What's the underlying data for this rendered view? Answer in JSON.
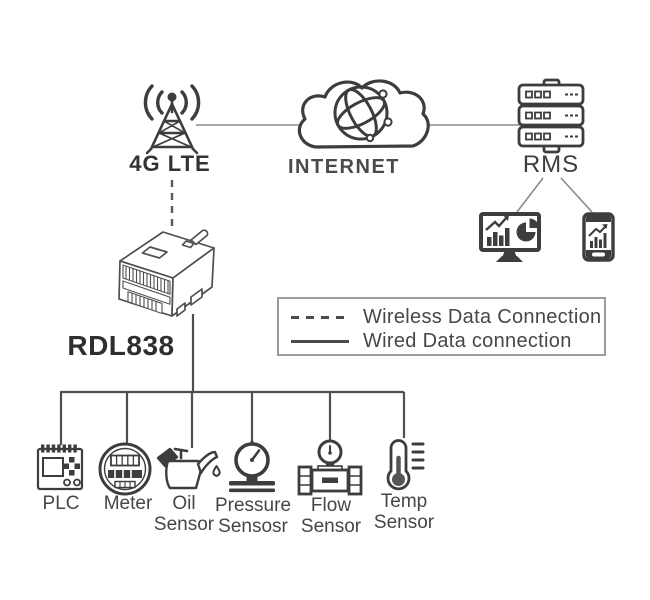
{
  "nodes": {
    "tower": {
      "label": "4G LTE",
      "icon": "antenna-tower-icon"
    },
    "internet": {
      "label": "INTERNET",
      "icon": "internet-cloud-icon"
    },
    "rms": {
      "label": "RMS",
      "icon": "server-stack-icon"
    },
    "monitor": {
      "icon": "monitor-dashboard-icon"
    },
    "phone": {
      "icon": "mobile-phone-icon"
    },
    "device": {
      "label": "RDL838",
      "icon": "din-rail-datalogger-icon"
    }
  },
  "legend": {
    "wireless": {
      "style": "dashed",
      "label": "Wireless Data Connection"
    },
    "wired": {
      "style": "solid",
      "label": "Wired Data connection"
    }
  },
  "sensors": [
    {
      "icon": "plc-icon",
      "line1": "PLC",
      "line2": ""
    },
    {
      "icon": "meter-icon",
      "line1": "Meter",
      "line2": ""
    },
    {
      "icon": "oil-sensor-icon",
      "line1": "Oil",
      "line2": "Sensor"
    },
    {
      "icon": "pressure-sensor-icon",
      "line1": "Pressure",
      "line2": "Sensosr"
    },
    {
      "icon": "flow-sensor-icon",
      "line1": "Flow",
      "line2": "Sensor"
    },
    {
      "icon": "temp-sensor-icon",
      "line1": "Temp",
      "line2": "Sensor"
    }
  ],
  "colors": {
    "ink": "#3d3d3d",
    "connector": "#8b8b8b",
    "bus": "#4f4f4f",
    "text": "#424242",
    "background": "#ffffff"
  }
}
